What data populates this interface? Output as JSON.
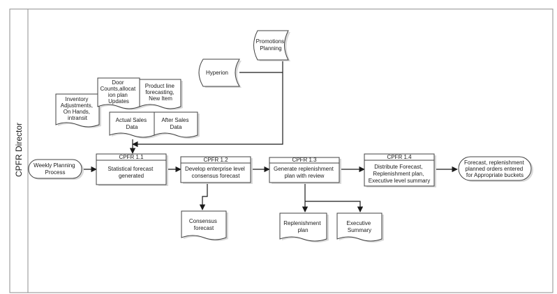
{
  "lane": {
    "label": "CPFR Director"
  },
  "terminators": {
    "start": {
      "lines": [
        "Weekly Planning",
        "Process"
      ]
    },
    "end": {
      "lines": [
        "Forecast, replenishment",
        "planned orders entered",
        "for Appropriate buckets"
      ]
    }
  },
  "processes": [
    {
      "id": "CPFR 1.1",
      "lines": [
        "Statistical forecast",
        "generated"
      ]
    },
    {
      "id": "CPFR 1.2",
      "lines": [
        "Develop enterprise level",
        "consensus forecast"
      ]
    },
    {
      "id": "CPFR 1.3",
      "lines": [
        "Generate replenishment",
        "plan with review"
      ]
    },
    {
      "id": "CPFR 1.4",
      "lines": [
        "Distribute Forecast,",
        "Replenishment plan,",
        "Executive level summary"
      ]
    }
  ],
  "data_stores": {
    "promotions": {
      "lines": [
        "Promotions",
        "Planning"
      ]
    },
    "hyperion": {
      "lines": [
        "Hyperion"
      ]
    }
  },
  "input_documents": {
    "inventory": {
      "lines": [
        "Inventory",
        "Adjustments,",
        "On Hands,",
        "intransit"
      ]
    },
    "door_counts": {
      "lines": [
        "Door",
        "Counts,allocat",
        "ion plan",
        "Updates"
      ]
    },
    "product_line": {
      "lines": [
        "Product line",
        "forecasting,",
        "New Item"
      ]
    },
    "actual_sales": {
      "lines": [
        "Actual Sales",
        "Data"
      ]
    },
    "after_sales": {
      "lines": [
        "After Sales",
        "Data"
      ]
    }
  },
  "output_documents": {
    "consensus": {
      "lines": [
        "Consensus",
        "forecast"
      ]
    },
    "replenishment": {
      "lines": [
        "Replenishment",
        "plan"
      ]
    },
    "executive": {
      "lines": [
        "Executive",
        "Summary"
      ]
    }
  }
}
